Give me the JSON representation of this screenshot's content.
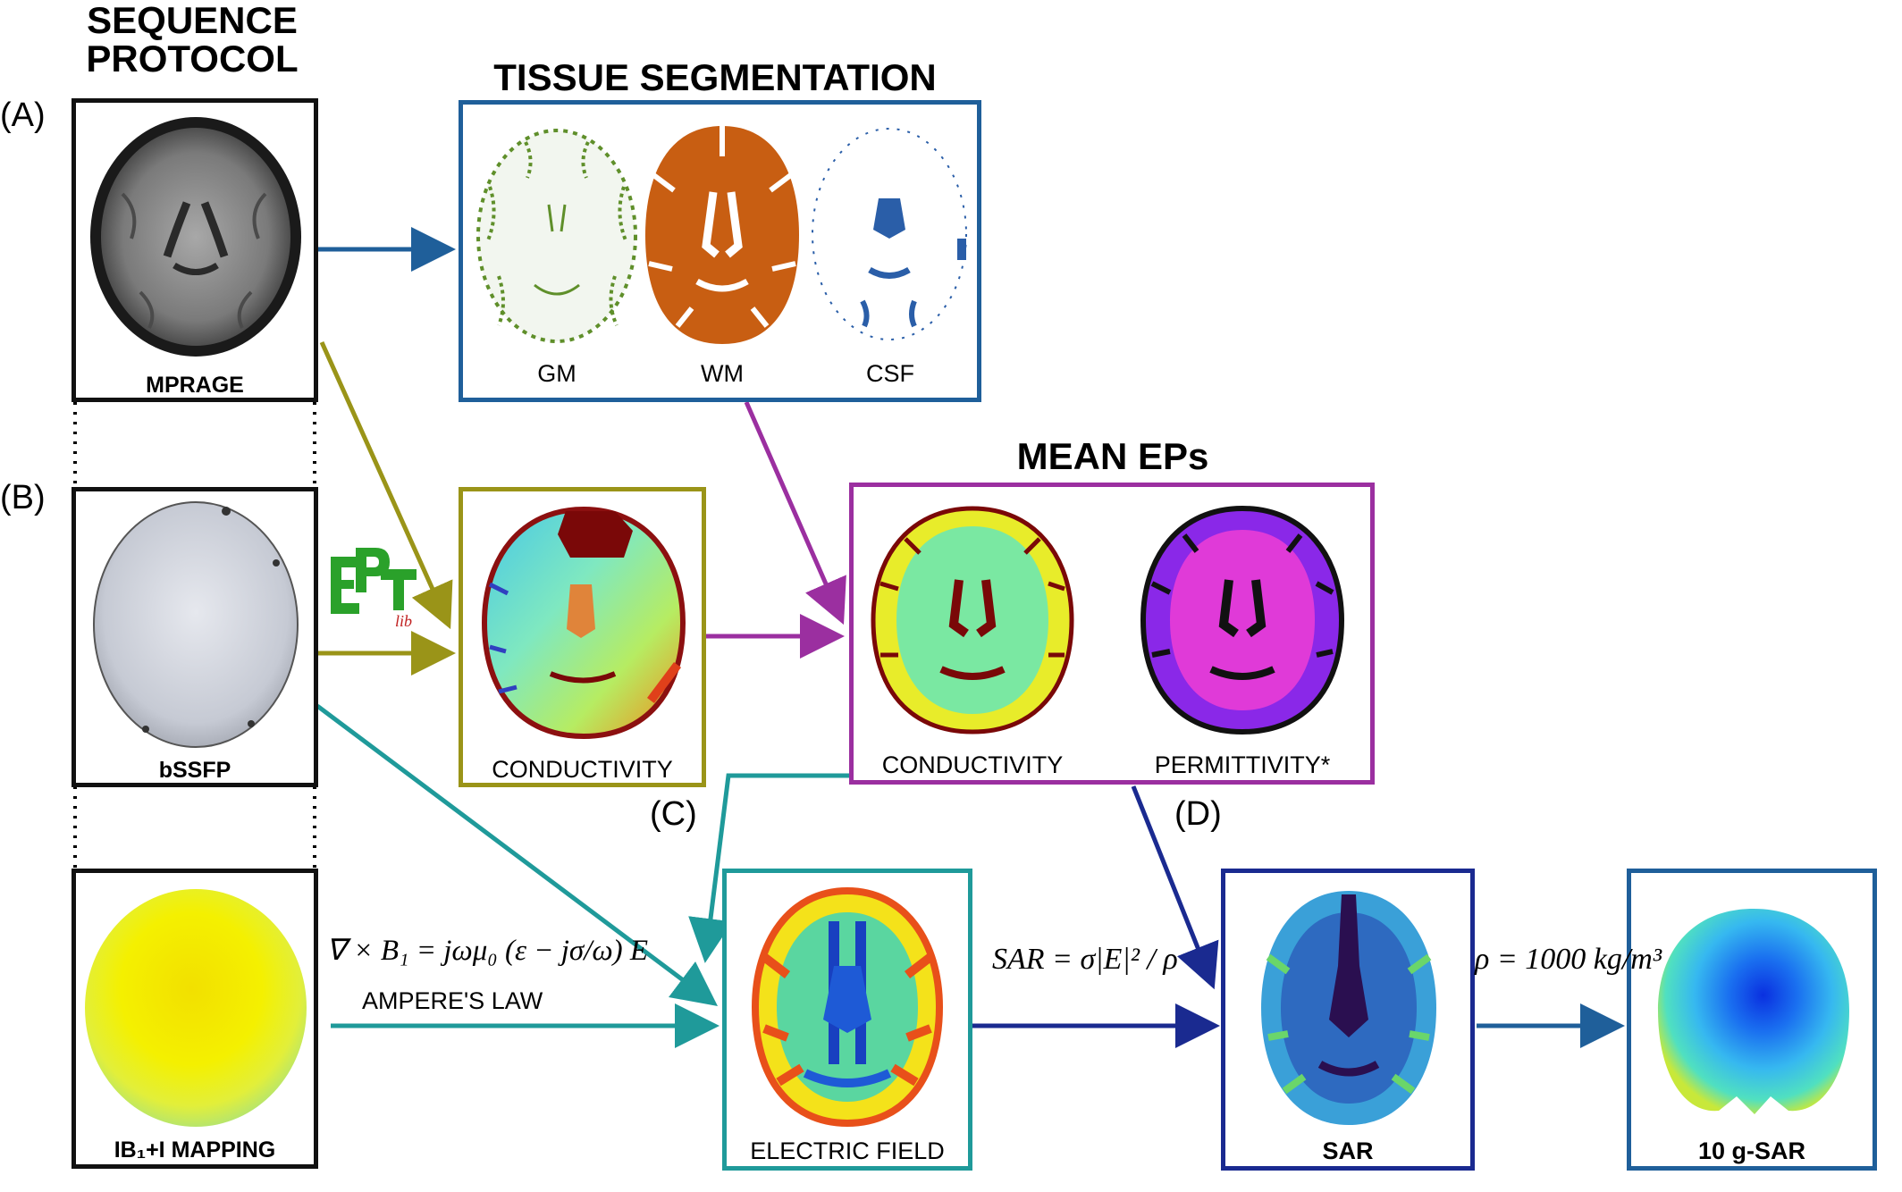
{
  "headings": {
    "sequence_protocol_line1": "SEQUENCE",
    "sequence_protocol_line2": "PROTOCOL",
    "tissue_segmentation": "TISSUE SEGMENTATION",
    "mean_eps": "MEAN EPs"
  },
  "panel_labels": {
    "a": "(A)",
    "b": "(B)",
    "c": "(C)",
    "d": "(D)"
  },
  "captions": {
    "mprage": "MPRAGE",
    "bssfp": "bSSFP",
    "b1_mapping": "IB₁+I MAPPING",
    "gm": "GM",
    "wm": "WM",
    "csf": "CSF",
    "conductivity_raw": "CONDUCTIVITY",
    "conductivity_mean": "CONDUCTIVITY",
    "permittivity": "PERMITTIVITY*",
    "electric_field": "ELECTRIC FIELD",
    "sar": "SAR",
    "sar_10g": "10 g-SAR"
  },
  "equations": {
    "ampere": "∇ × B₁ = jωμ₀ (ε − jσ/ω) E",
    "ampere_label": "AMPERE'S LAW",
    "sar": "SAR = σ|E|² / ρ",
    "density": "ρ = 1000 kg/m³"
  },
  "logo_text": "EPT lib",
  "colors": {
    "blue_arrow": "#1f5f9a",
    "olive_arrow": "#9a9418",
    "purple_arrow": "#9b2fa0",
    "teal_arrow": "#1f9a9a",
    "navy_arrow": "#1a2a90",
    "frame_black": "#111111",
    "frame_blue": "#1f5f9a",
    "frame_olive": "#9a9418",
    "frame_purple": "#9b2fa0",
    "frame_teal": "#1f9a9a",
    "frame_navy": "#1a2a90"
  }
}
